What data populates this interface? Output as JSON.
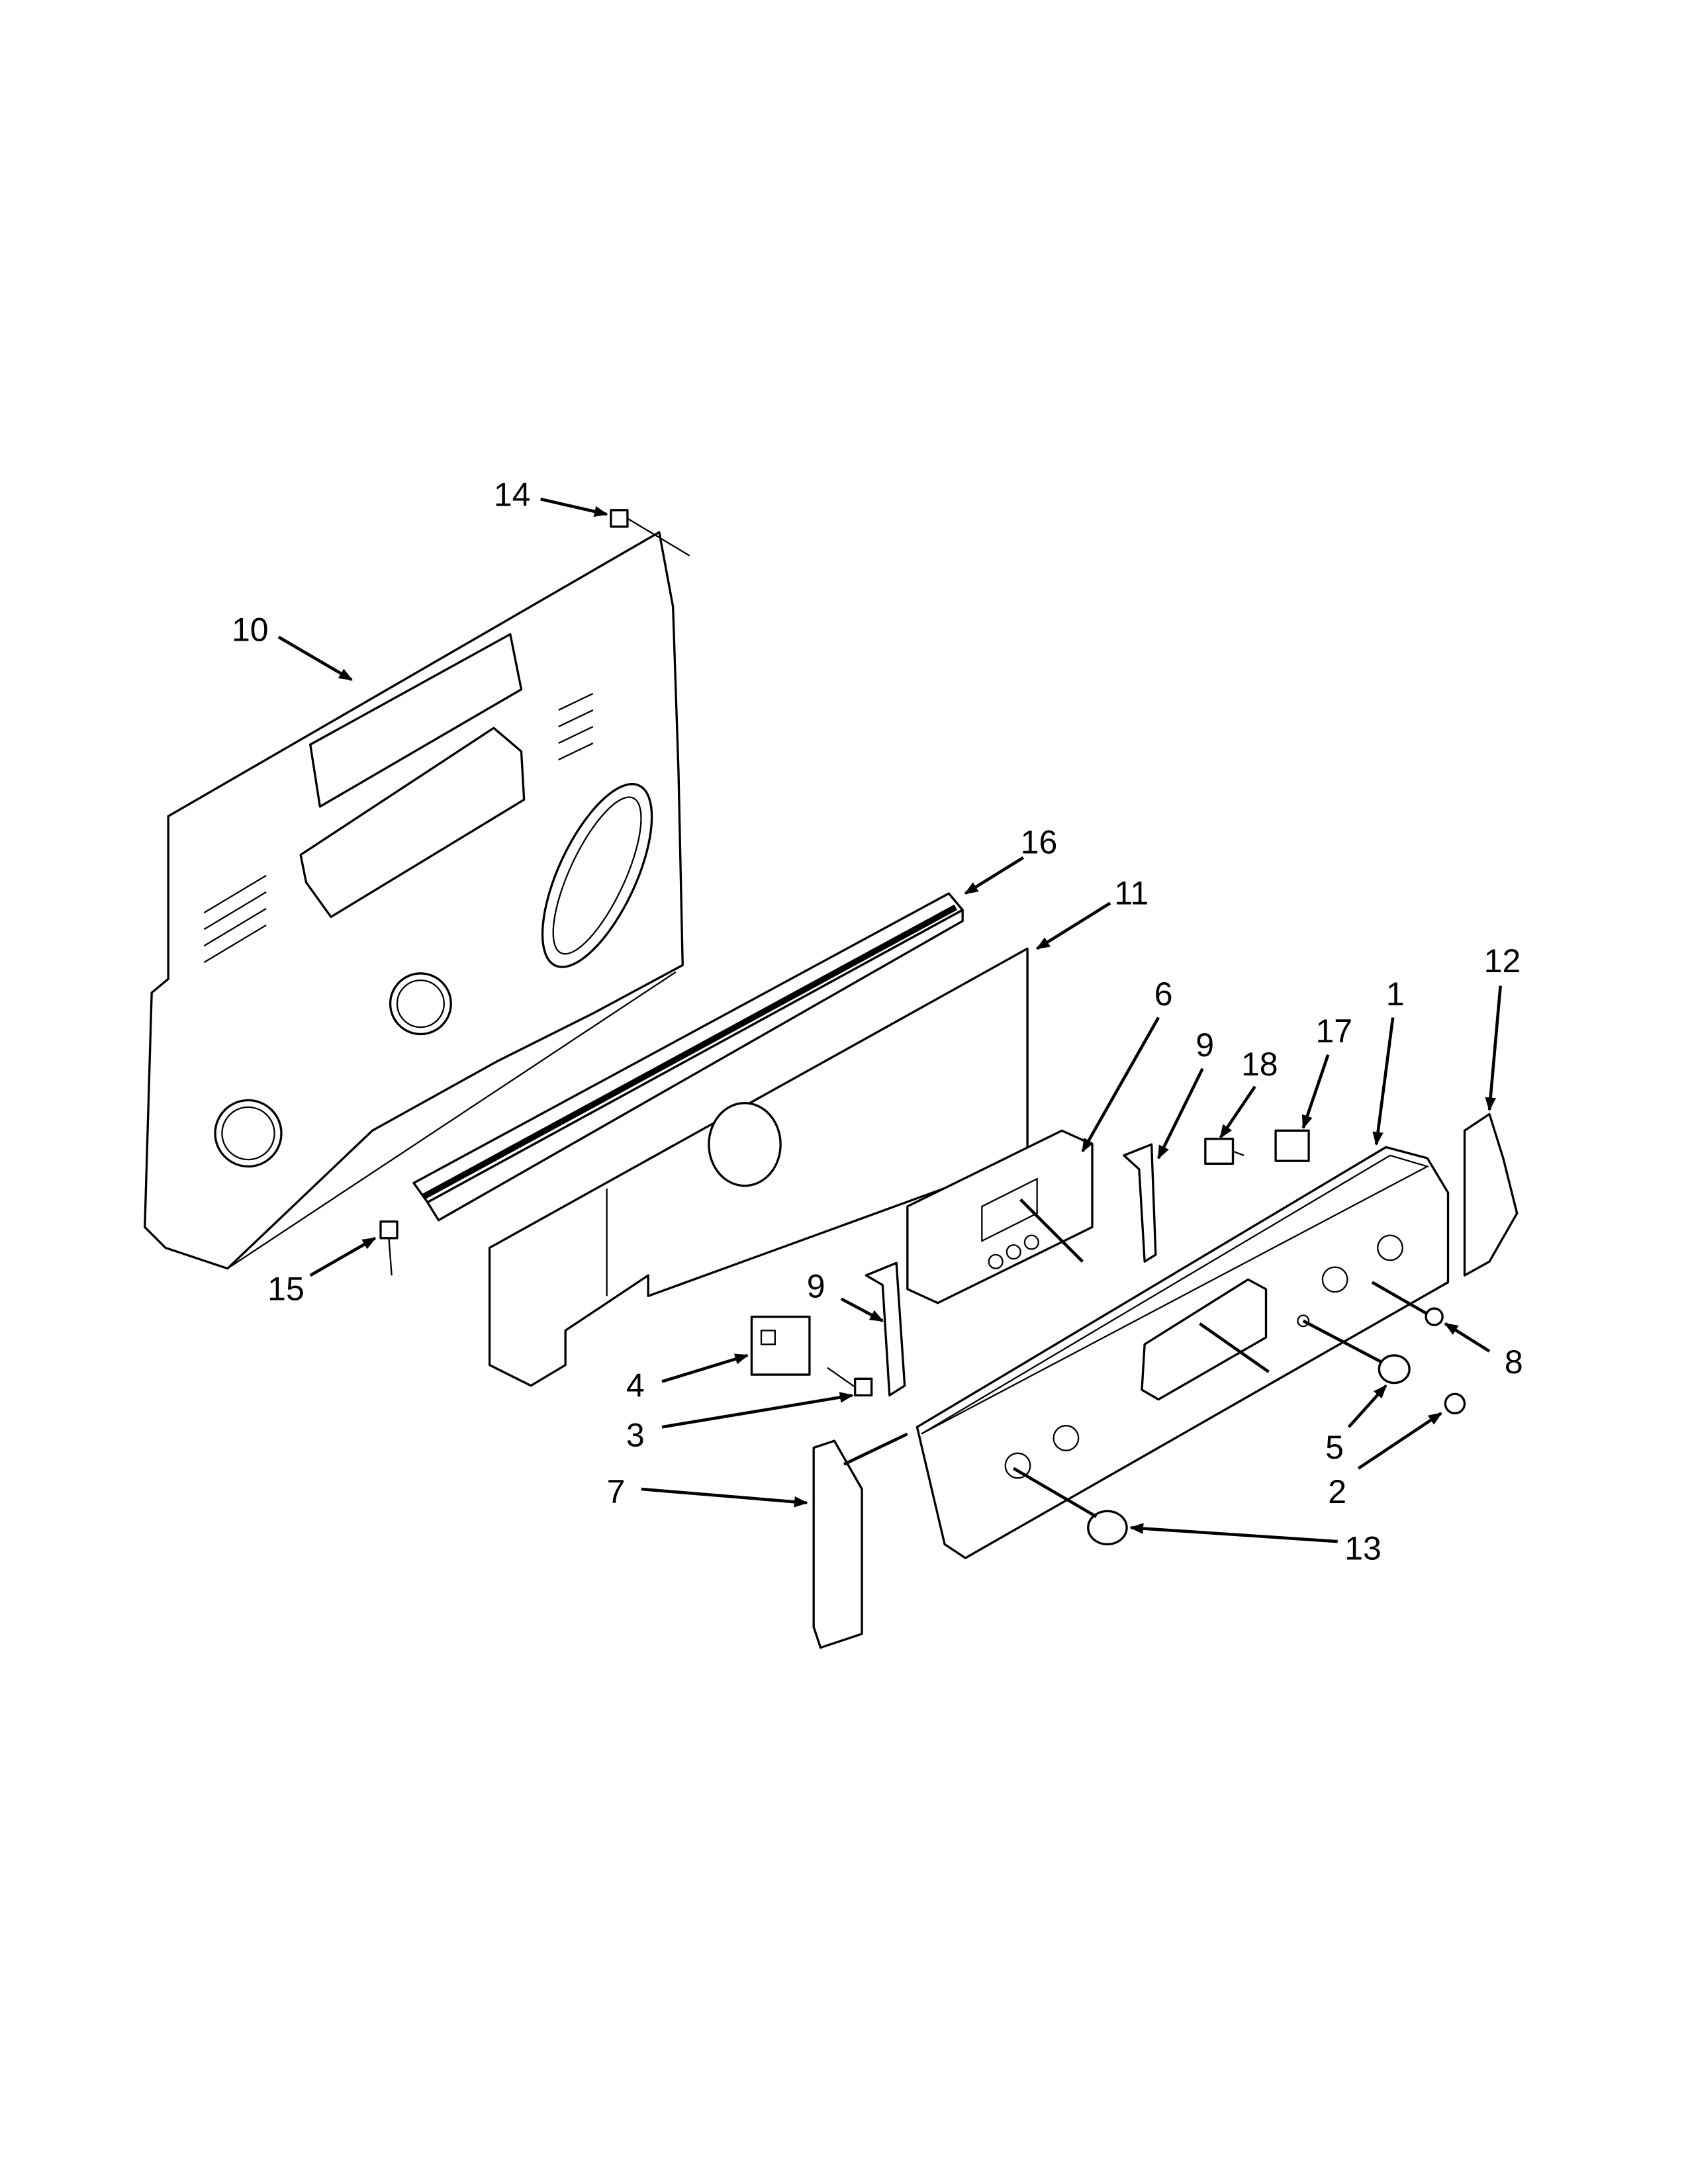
{
  "diagram": {
    "type": "exploded parts diagram",
    "line_color": "#000000",
    "background": "#ffffff",
    "callouts": [
      {
        "id": "c14",
        "label": "14"
      },
      {
        "id": "c10",
        "label": "10"
      },
      {
        "id": "c16",
        "label": "16"
      },
      {
        "id": "c11",
        "label": "11"
      },
      {
        "id": "c6",
        "label": "6"
      },
      {
        "id": "c9a",
        "label": "9"
      },
      {
        "id": "c18",
        "label": "18"
      },
      {
        "id": "c17",
        "label": "17"
      },
      {
        "id": "c1",
        "label": "1"
      },
      {
        "id": "c12",
        "label": "12"
      },
      {
        "id": "c15",
        "label": "15"
      },
      {
        "id": "c9b",
        "label": "9"
      },
      {
        "id": "c4",
        "label": "4"
      },
      {
        "id": "c3",
        "label": "3"
      },
      {
        "id": "c8",
        "label": "8"
      },
      {
        "id": "c5",
        "label": "5"
      },
      {
        "id": "c2",
        "label": "2"
      },
      {
        "id": "c7",
        "label": "7"
      },
      {
        "id": "c13",
        "label": "13"
      }
    ]
  }
}
